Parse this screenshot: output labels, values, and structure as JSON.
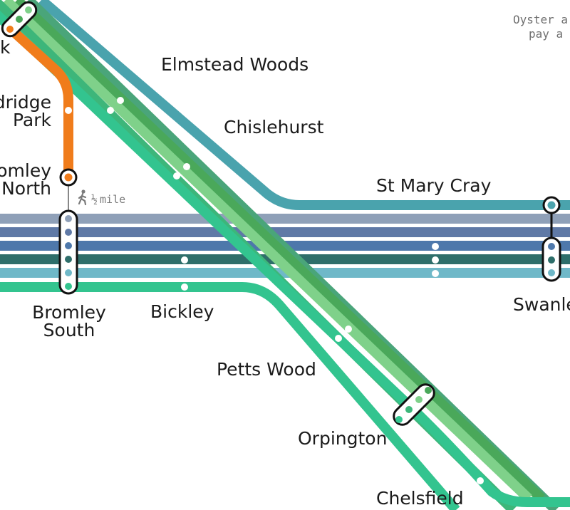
{
  "oyster_note": {
    "line1": "Oyster a",
    "line2": "pay a"
  },
  "stations": {
    "top_left_partial": "k",
    "ravensbourne_partial": {
      "line1": "dridge",
      "line2": "Park"
    },
    "bromley_north": {
      "line1": "omley",
      "line2": "North"
    },
    "elmstead_woods": "Elmstead Woods",
    "chislehurst": "Chislehurst",
    "st_mary_cray": "St Mary Cray",
    "bromley_south": {
      "line1": "Bromley",
      "line2": "South"
    },
    "bickley": "Bickley",
    "swanley_partial": "Swanle",
    "petts_wood": "Petts Wood",
    "orpington": "Orpington",
    "chelsfield": "Chelsfield"
  },
  "walk": {
    "fraction": "½",
    "unit": "mile"
  },
  "colors": {
    "orange": "#f07c1b",
    "teal_blue": "#4aa3ad",
    "deep_green": "#4aa85a",
    "light_green": "#7fd18a",
    "mint": "#33c48f",
    "green_2": "#3db67a",
    "grey_blue": "#8fa0b8",
    "slate_blue": "#5f79a6",
    "mid_blue": "#4e78ab",
    "dark_teal": "#2e6e6a",
    "pale_teal": "#6fb8c8"
  },
  "icons": {
    "walk": "walking-person-icon"
  }
}
